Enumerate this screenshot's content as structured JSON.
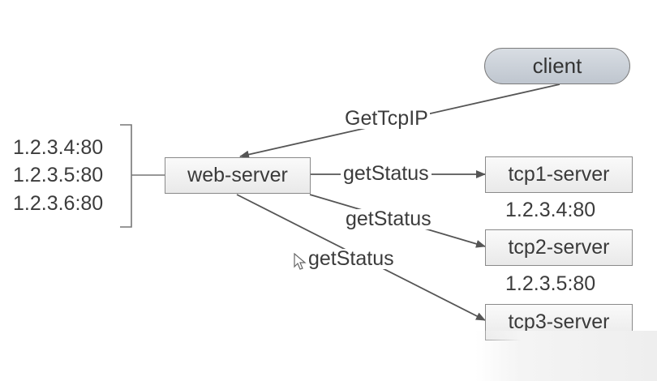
{
  "nodes": {
    "client": "client",
    "web_server": "web-server",
    "tcp1": "tcp1-server",
    "tcp2": "tcp2-server",
    "tcp3": "tcp3-server"
  },
  "edges": {
    "get_tcp_ip": "GetTcpIP",
    "get_status_1": "getStatus",
    "get_status_2": "getStatus",
    "get_status_3": "getStatus"
  },
  "ip_list": [
    "1.2.3.4:80",
    "1.2.3.5:80",
    "1.2.3.6:80"
  ],
  "tcp1_addr": "1.2.3.4:80",
  "tcp2_addr": "1.2.3.5:80",
  "colors": {
    "line": "#555555",
    "client_fill": "#c9cfd7",
    "box_fill": "#efefef"
  }
}
